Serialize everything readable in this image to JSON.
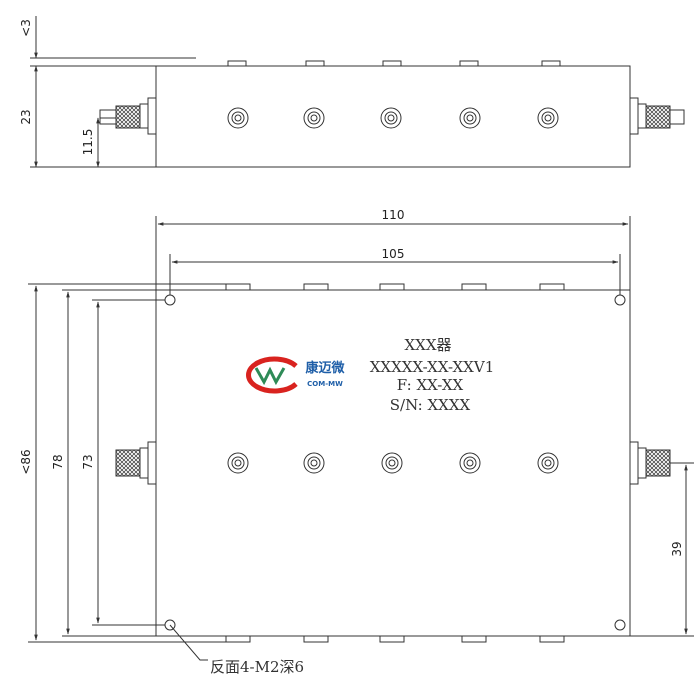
{
  "drawing": {
    "side_view": {
      "dims": {
        "top_gap": "<3",
        "height": "23",
        "connector_height": "11.5"
      }
    },
    "top_view": {
      "dims": {
        "width_overall": "110",
        "hole_spacing_x": "105",
        "height_overall": "<86",
        "height_body": "78",
        "hole_spacing_y": "73",
        "connector_offset": "39"
      },
      "product_label": {
        "line1": "XXX器",
        "line2": "XXXXX-XX-XXV1",
        "line3": "F: XX-XX",
        "line4": "S/N: XXXX"
      },
      "logo": {
        "name": "康迈微",
        "sub": "COM-MW"
      },
      "callout": "反面4-M2深6"
    }
  },
  "colors": {
    "line": "#333333",
    "logo_red": "#d9231f",
    "logo_green": "#2e8b57",
    "logo_blue": "#1f5fa8"
  }
}
